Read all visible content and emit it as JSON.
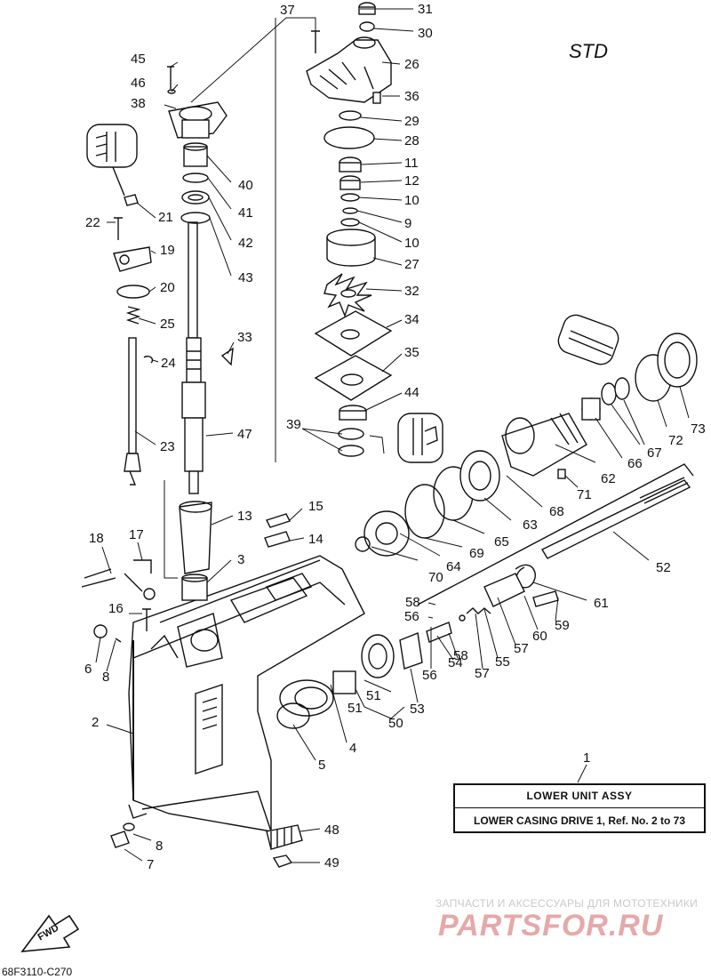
{
  "diagram_id_label": "STD",
  "assembly_box": {
    "title": "LOWER  UNIT ASSY",
    "subtitle": "LOWER CASING DRIVE 1, Ref. No. 2 to 73"
  },
  "callouts": {
    "n1": "1",
    "n2": "2",
    "n3": "3",
    "n4": "4",
    "n5": "5",
    "n6": "6",
    "n7": "7",
    "n8a": "8",
    "n8b": "8",
    "n9": "9",
    "n10a": "10",
    "n10b": "10",
    "n11": "11",
    "n12": "12",
    "n13": "13",
    "n14": "14",
    "n15": "15",
    "n16": "16",
    "n17": "17",
    "n18": "18",
    "n19": "19",
    "n20": "20",
    "n21": "21",
    "n22": "22",
    "n23": "23",
    "n24": "24",
    "n25": "25",
    "n26": "26",
    "n27": "27",
    "n28": "28",
    "n29": "29",
    "n30": "30",
    "n31": "31",
    "n32": "32",
    "n33": "33",
    "n34": "34",
    "n35": "35",
    "n36": "36",
    "n37": "37",
    "n38": "38",
    "n39": "39",
    "n40": "40",
    "n41": "41",
    "n42": "42",
    "n43": "43",
    "n44": "44",
    "n45": "45",
    "n46": "46",
    "n47": "47",
    "n48": "48",
    "n49": "49",
    "n50": "50",
    "n51a": "51",
    "n51b": "51",
    "n52": "52",
    "n53": "53",
    "n54": "54",
    "n55": "55",
    "n56a": "56",
    "n56b": "56",
    "n57a": "57",
    "n57b": "57",
    "n58a": "58",
    "n58b": "58",
    "n59": "59",
    "n60": "60",
    "n61": "61",
    "n62": "62",
    "n63": "63",
    "n64": "64",
    "n65": "65",
    "n66": "66",
    "n67": "67",
    "n68": "68",
    "n69": "69",
    "n70": "70",
    "n71": "71",
    "n72": "72",
    "n73": "73"
  },
  "fwd_label": "FWD",
  "watermark": {
    "top_text": "ЗАПЧАСТИ И АКСЕССУАРЫ ДЛЯ МОТОТЕХНИКИ",
    "logo_text": "PARTSFOR.RU"
  },
  "drawing_code": "68F3110-C270",
  "colors": {
    "line": "#111111",
    "watermark_logo": "#e6a8a8",
    "watermark_text": "#c9c9c9"
  }
}
